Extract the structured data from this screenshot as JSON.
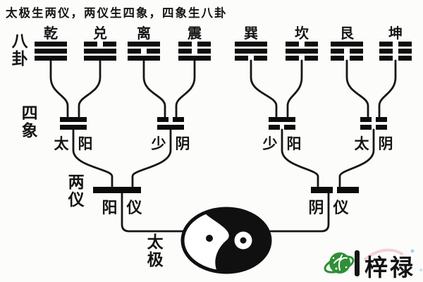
{
  "title": "太极生两仪，两仪生四象，四象生八卦",
  "axis_labels": [
    {
      "id": "bagua",
      "text": "八卦"
    },
    {
      "id": "sixiang",
      "text": "四象"
    },
    {
      "id": "liangyi",
      "text": "两仪"
    },
    {
      "id": "taiji",
      "text": "太极"
    }
  ],
  "trigrams": [
    {
      "name": "乾",
      "lines": [
        "solid",
        "solid",
        "solid"
      ]
    },
    {
      "name": "兑",
      "lines": [
        "broken",
        "solid",
        "solid"
      ]
    },
    {
      "name": "离",
      "lines": [
        "solid",
        "broken",
        "solid"
      ]
    },
    {
      "name": "震",
      "lines": [
        "broken",
        "broken",
        "solid"
      ]
    },
    {
      "name": "巽",
      "lines": [
        "solid",
        "solid",
        "broken"
      ]
    },
    {
      "name": "坎",
      "lines": [
        "broken",
        "solid",
        "broken"
      ]
    },
    {
      "name": "艮",
      "lines": [
        "solid",
        "broken",
        "broken"
      ]
    },
    {
      "name": "坤",
      "lines": [
        "broken",
        "broken",
        "broken"
      ]
    }
  ],
  "four_images": [
    {
      "name": "太阳",
      "lines": [
        "solid",
        "solid"
      ]
    },
    {
      "name": "少阴",
      "lines": [
        "broken",
        "solid"
      ]
    },
    {
      "name": "少阳",
      "lines": [
        "solid",
        "broken"
      ]
    },
    {
      "name": "太阴",
      "lines": [
        "broken",
        "broken"
      ]
    }
  ],
  "two_principles": [
    {
      "name": "阳仪",
      "line": "solid"
    },
    {
      "name": "阴仪",
      "line": "broken"
    }
  ],
  "taiji_symbol": "yin-yang-icon",
  "watermark": {
    "brand": "梓禄",
    "logo": "green-globe-bamboo-icon"
  },
  "colors": {
    "ink": "#161616",
    "bar_black": "#0c0c0c",
    "logo_green": "#2f9038",
    "background": "#fcfcfb"
  }
}
